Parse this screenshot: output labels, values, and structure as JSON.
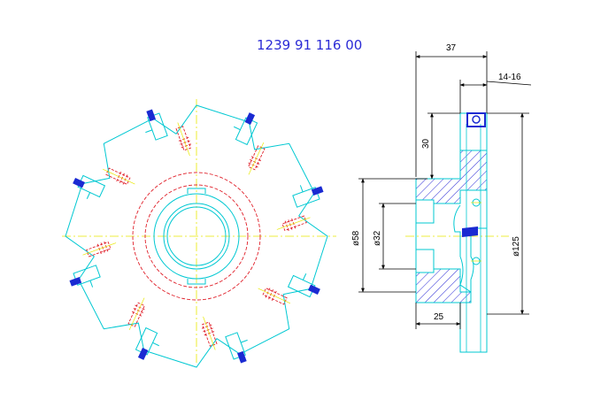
{
  "drawing": {
    "part_number": "1239 91 116 00",
    "dimensions": {
      "width_total": "37",
      "insert_width": "14-16",
      "height_30": "30",
      "dia_58": "ø58",
      "dia_32": "ø32",
      "dia_125": "ø125",
      "hub_width": "25"
    }
  },
  "colors": {
    "outline": "#00c8d2",
    "hidden": "#e0202a",
    "center": "#e8e800",
    "insert": "#1a2ad2",
    "hatch": "#3a3ad8",
    "dimension": "#000000",
    "title": "#2b2bd6"
  }
}
